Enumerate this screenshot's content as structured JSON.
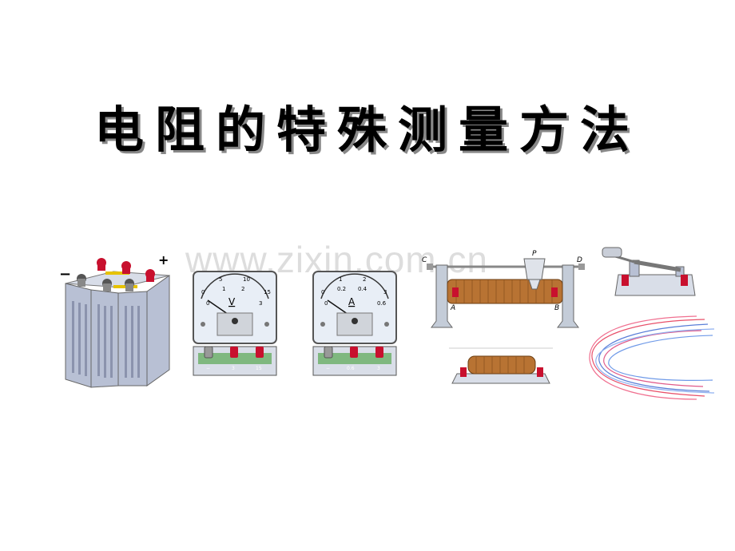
{
  "slide": {
    "title": "电阻的特殊测量方法",
    "watermark": "www.zixin.com.cn"
  },
  "battery": {
    "minus": "−",
    "plus": "+"
  },
  "voltmeter": {
    "unit": "V",
    "scale_outer": [
      "0",
      "5",
      "10",
      "15"
    ],
    "scale_inner": [
      "0",
      "1",
      "2",
      "3"
    ],
    "terminals": [
      "−",
      "3",
      "15"
    ]
  },
  "ammeter": {
    "unit": "A",
    "scale_outer": [
      "0",
      "1",
      "2",
      "3"
    ],
    "scale_inner": [
      "0",
      "0.2",
      "0.4",
      "0.6"
    ],
    "terminals": [
      "−",
      "0.6",
      "3"
    ]
  },
  "rheostat": {
    "labels": [
      "C",
      "P",
      "D",
      "A",
      "B"
    ]
  },
  "colors": {
    "meter_body": "#e8eef6",
    "meter_base": "#7fb87f",
    "terminal_red": "#c8102e",
    "coil": "#b87333"
  }
}
